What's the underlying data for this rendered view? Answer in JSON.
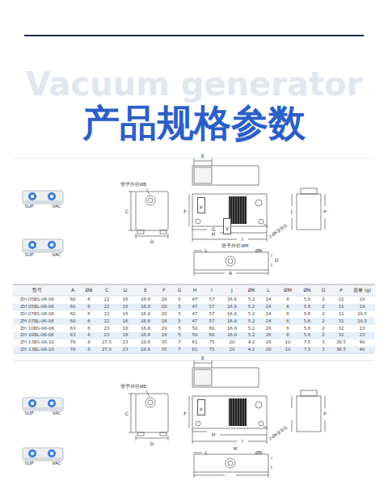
{
  "diagram": {
    "title": "产品规格参数",
    "nodes": [
      {
        "text": [
          "P"
        ]
      },
      {
        "text": [
          "V"
        ]
      },
      {
        "text": [
          "P"
        ]
      }
    ],
    "labels": [
      "Vacuum generator",
      "SUP",
      "VAC",
      "SUP",
      "VAC",
      "E",
      "管子外径ØB",
      "C",
      "D",
      "F",
      "G",
      "H",
      "I",
      "2-ØK安装孔",
      "J",
      "P",
      "L",
      "管子外径ØM",
      "ØN",
      "O",
      "A",
      "型号",
      "A",
      "ØB",
      "C",
      "D",
      "E",
      "F",
      "G",
      "H",
      "I",
      "J",
      "ØK",
      "L",
      "ØM",
      "ØN",
      "O",
      "P",
      "质量 (g)",
      "ZH 05BS-06-06",
      "60",
      "6",
      "22",
      "16",
      "16.8",
      "28",
      "5",
      "47",
      "57",
      "16.8",
      "5.2",
      "24",
      "6",
      "5.6",
      "2",
      "31",
      "19",
      "ZH 05BL-06-06",
      "60",
      "6",
      "22",
      "16",
      "16.8",
      "28",
      "5",
      "47",
      "57",
      "16.8",
      "5.2",
      "24",
      "6",
      "5.6",
      "2",
      "31",
      "19",
      "ZH 07BS-06-06",
      "60",
      "6",
      "22",
      "16",
      "16.8",
      "28",
      "5",
      "47",
      "57",
      "16.8",
      "5.2",
      "24",
      "6",
      "5.6",
      "2",
      "31",
      "19.5",
      "ZH 07BL-06-06",
      "60",
      "6",
      "22",
      "16",
      "16.8",
      "28",
      "5",
      "47",
      "57",
      "16.8",
      "5.2",
      "24",
      "6",
      "5.6",
      "2",
      "31",
      "19.5",
      "ZH 10BS-06-06",
      "63",
      "6",
      "23",
      "18",
      "16.8",
      "29",
      "5",
      "50",
      "60",
      "16.8",
      "5.2",
      "26",
      "6",
      "5.6",
      "2",
      "32",
      "23",
      "ZH 10BL-06-06",
      "63",
      "6",
      "23",
      "18",
      "16.8",
      "29",
      "5",
      "50",
      "60",
      "16.8",
      "5.2",
      "26",
      "6",
      "5.6",
      "2",
      "32",
      "23",
      "ZH 13BS-08-10",
      "78",
      "8",
      "27.5",
      "23",
      "18.6",
      "35",
      "7",
      "61",
      "75",
      "20",
      "4.2",
      "28",
      "10",
      "7.5",
      "3",
      "38.5",
      "40",
      "ZH 13BL-08-10",
      "78",
      "8",
      "27.5",
      "23",
      "18.6",
      "35",
      "7",
      "61",
      "75",
      "20",
      "4.2",
      "28",
      "10",
      "7.5",
      "3",
      "38.5",
      "40",
      "SUP",
      "VAC",
      "SUP",
      "VAC",
      "E",
      "管子外径ØB",
      "C",
      "D",
      "F",
      "H",
      "I",
      "2-ØK安装孔",
      "P",
      "ØN",
      "M",
      "L"
    ]
  }
}
